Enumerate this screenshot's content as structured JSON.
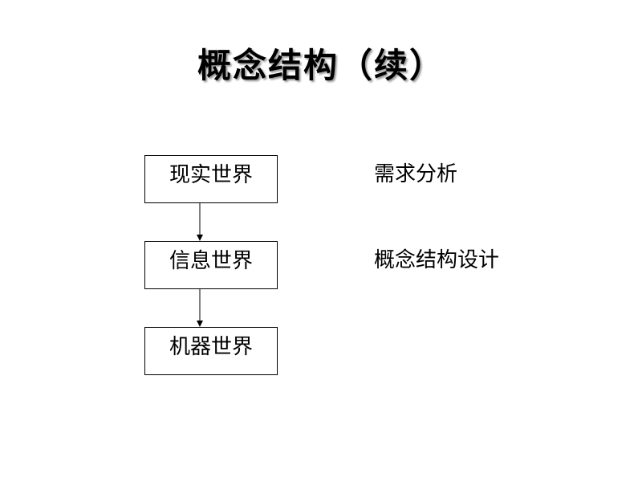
{
  "slide": {
    "title": "概念结构（续）"
  },
  "flow": {
    "boxes": [
      {
        "label": "现实世界"
      },
      {
        "label": "信息世界"
      },
      {
        "label": "机器世界"
      }
    ],
    "stages": [
      {
        "label": "需求分析"
      },
      {
        "label": "概念结构设计"
      }
    ]
  },
  "colors": {
    "text": "#000000",
    "border": "#000000",
    "background": "#ffffff",
    "title_shadow": "#9a9a9a"
  }
}
